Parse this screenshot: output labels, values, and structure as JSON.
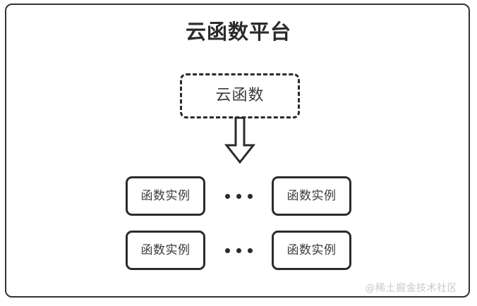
{
  "diagram": {
    "title": "云函数平台",
    "cloud_function": {
      "label": "云函数",
      "border_style": "dashed"
    },
    "arrow": {
      "name": "down-block-arrow",
      "direction": "down"
    },
    "ellipsis_text": "···",
    "rows": [
      {
        "left_instance": "函数实例",
        "right_instance": "函数实例",
        "separator": "···"
      },
      {
        "left_instance": "函数实例",
        "right_instance": "函数实例",
        "separator": "···"
      }
    ],
    "watermark": "@稀土掘金技术社区",
    "colors": {
      "stroke": "#2b2b2b",
      "title_text": "#2b2b2b",
      "label_text": "#3a3a3a",
      "background": "#ffffff",
      "watermark_text": "#c9c9c9"
    }
  }
}
